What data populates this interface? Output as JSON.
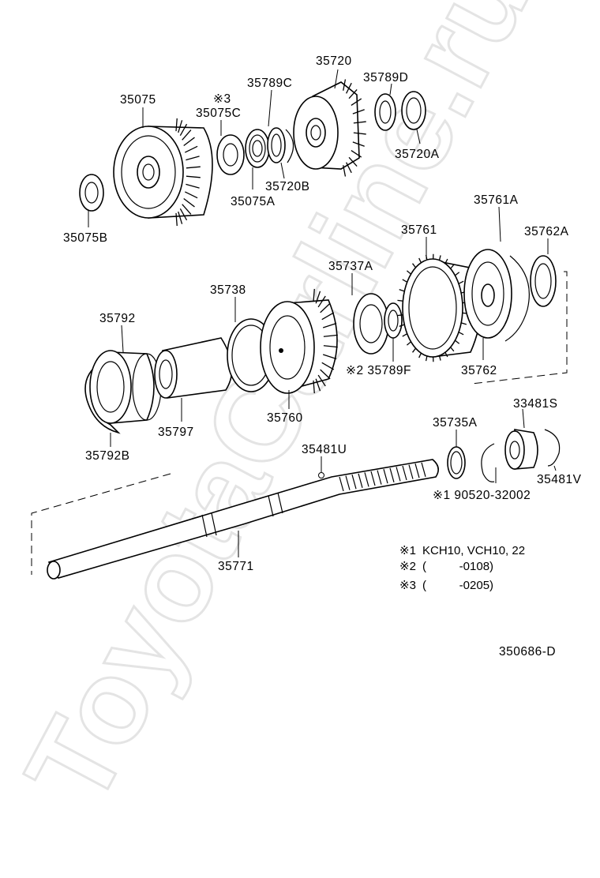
{
  "diagram": {
    "watermark": "ToyotaCarline.ru",
    "drawing_number": "350686-D",
    "parts": [
      {
        "id": "p35720",
        "text": "35720"
      },
      {
        "id": "p35789D",
        "text": "35789D"
      },
      {
        "id": "p35789C",
        "text": "35789C"
      },
      {
        "id": "p35075",
        "text": "35075"
      },
      {
        "id": "p35075C_mark",
        "text": "※3"
      },
      {
        "id": "p35075C",
        "text": "35075C"
      },
      {
        "id": "p35720A",
        "text": "35720A"
      },
      {
        "id": "p35720B",
        "text": "35720B"
      },
      {
        "id": "p35075A",
        "text": "35075A"
      },
      {
        "id": "p35075B",
        "text": "35075B"
      },
      {
        "id": "p35761A",
        "text": "35761A"
      },
      {
        "id": "p35761",
        "text": "35761"
      },
      {
        "id": "p35762A",
        "text": "35762A"
      },
      {
        "id": "p35737A",
        "text": "35737A"
      },
      {
        "id": "p35738",
        "text": "35738"
      },
      {
        "id": "p35792",
        "text": "35792"
      },
      {
        "id": "p35789F",
        "text": "※2 35789F"
      },
      {
        "id": "p35762",
        "text": "35762"
      },
      {
        "id": "p35760",
        "text": "35760"
      },
      {
        "id": "p35797",
        "text": "35797"
      },
      {
        "id": "p35792B",
        "text": "35792B"
      },
      {
        "id": "p33481S",
        "text": "33481S"
      },
      {
        "id": "p35735A",
        "text": "35735A"
      },
      {
        "id": "p35481U",
        "text": "35481U"
      },
      {
        "id": "p35481V",
        "text": "35481V"
      },
      {
        "id": "p90520",
        "text": "※1 90520-32002"
      },
      {
        "id": "p35771",
        "text": "35771"
      }
    ],
    "notes": [
      {
        "mark": "※1",
        "text": "KCH10, VCH10, 22"
      },
      {
        "mark": "※2",
        "text": "(          -0108)"
      },
      {
        "mark": "※3",
        "text": "(          -0205)"
      }
    ]
  }
}
